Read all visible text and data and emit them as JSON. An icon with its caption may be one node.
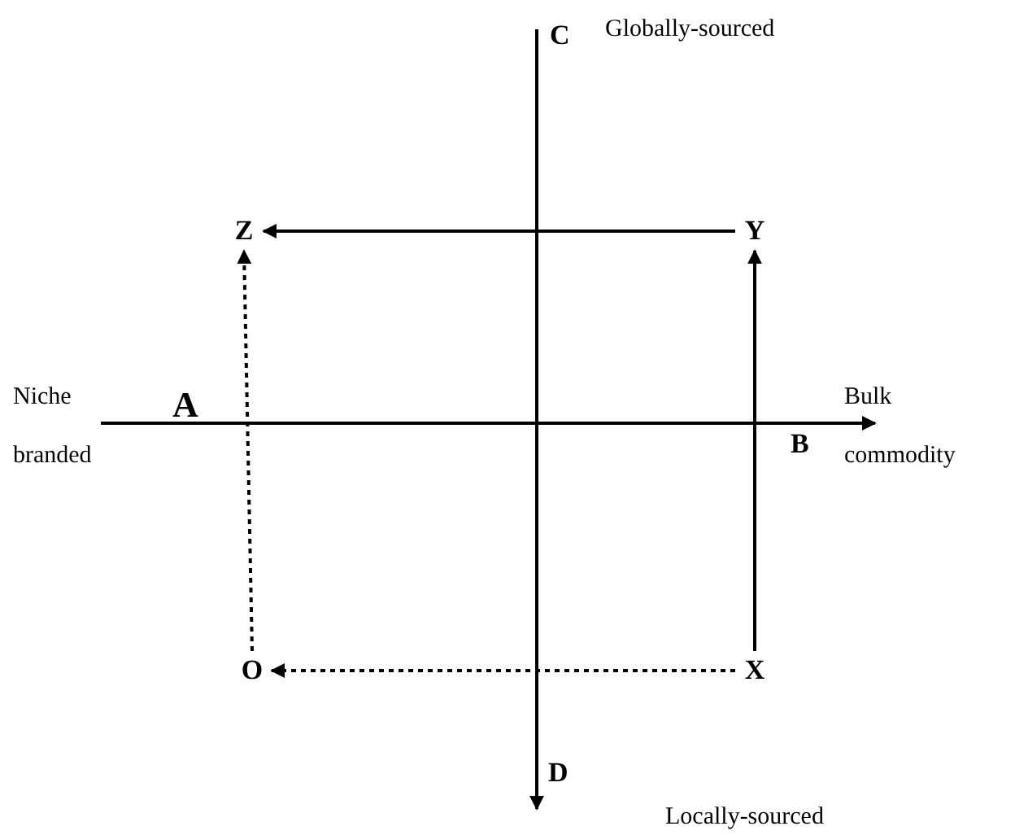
{
  "diagram": {
    "nodes": [
      {
        "text": [
          "Z"
        ]
      },
      {
        "text": [
          "Y"
        ]
      },
      {
        "text": [
          "O"
        ]
      },
      {
        "text": [
          "X"
        ]
      }
    ],
    "edges": [
      {
        "from": 1,
        "to": 0,
        "arrow": "to"
      },
      {
        "from": 3,
        "to": 1,
        "arrow": "to"
      },
      {
        "from": 3,
        "to": 2,
        "arrow": "to",
        "style": "dashed"
      },
      {
        "from": 2,
        "to": 0,
        "arrow": "to",
        "style": "dashed"
      }
    ],
    "labels": [
      "C",
      "Globally-sourced",
      "Niche branded",
      "A",
      "B",
      "Bulk commodity",
      "D",
      "Locally-sourced"
    ]
  }
}
